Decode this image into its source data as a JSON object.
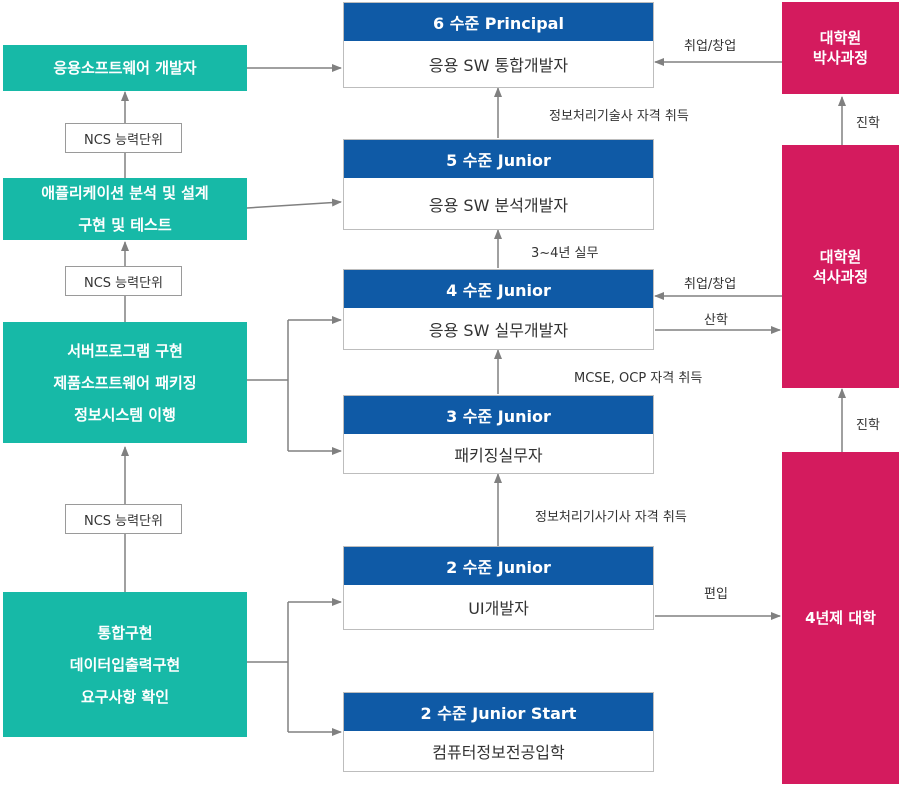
{
  "left_boxes": {
    "app_dev": [
      "응용소프트웨어 개발자"
    ],
    "analysis": [
      "애플리케이션 분석 및 설계",
      "구현 및 테스트"
    ],
    "server": [
      "서버프로그램 구현",
      "제품소프트웨어 패키징",
      "정보시스템 이행"
    ],
    "integration": [
      "통합구현",
      "데이터입출력구현",
      "요구사항 확인"
    ]
  },
  "ncs_labels": [
    "NCS 능력단위",
    "NCS 능력단위",
    "NCS 능력단위"
  ],
  "levels": [
    {
      "header": "6 수준 Principal",
      "body": "응용 SW 통합개발자"
    },
    {
      "header": "5 수준 Junior",
      "body": "응용 SW 분석개발자"
    },
    {
      "header": "4 수준 Junior",
      "body": "응용 SW 실무개발자"
    },
    {
      "header": "3 수준 Junior",
      "body": "패키징실무자"
    },
    {
      "header": "2 수준 Junior",
      "body": "UI개발자"
    },
    {
      "header": "2 수준 Junior Start",
      "body": "컴퓨터정보전공입학"
    }
  ],
  "right_boxes": {
    "phd": [
      "대학원",
      "박사과정"
    ],
    "masters": [
      "대학원",
      "석사과정"
    ],
    "university": [
      "4년제 대학"
    ]
  },
  "edge_labels": {
    "tech_pro": "정보처리기술사 자격 취득",
    "years": "3~4년 실무",
    "mcse": "MCSE, OCP 자격 취득",
    "engineer": "정보처리기사기사 자격 취득",
    "job_top": "취업/창업",
    "job_mid": "취업/창업",
    "industry": "산학",
    "transfer": "편입",
    "advance_1": "진학",
    "advance_2": "진학"
  },
  "colors": {
    "teal": "#17b9a7",
    "blue": "#0f5aa6",
    "pink": "#d41b5e",
    "arrow": "#808080"
  }
}
